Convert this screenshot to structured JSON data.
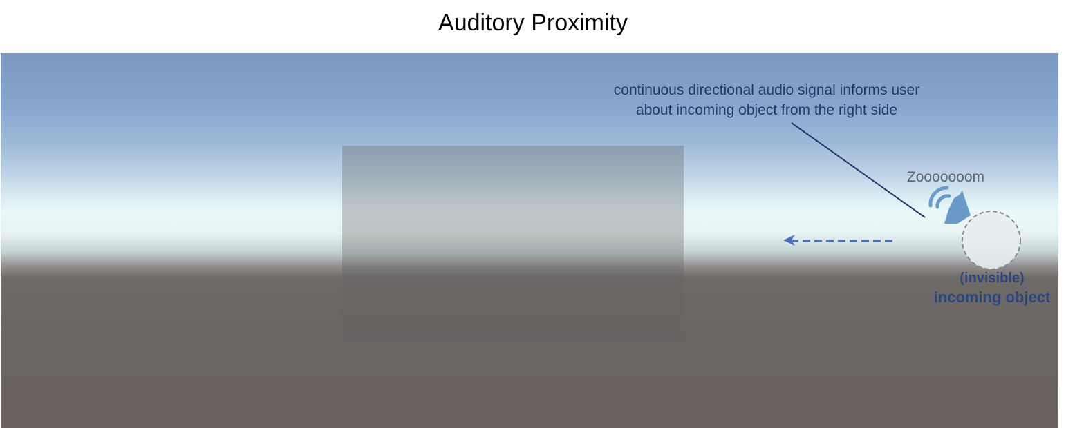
{
  "title": "Auditory Proximity",
  "callout": {
    "line1": "continuous directional audio signal informs user",
    "line2": "about incoming object from the right side"
  },
  "sound_text": "Zooooooom",
  "object": {
    "label_line1": "(invisible)",
    "label_line2": "incoming object"
  },
  "icons": {
    "speaker": "speaker-with-sound-waves-icon",
    "direction": "dashed-left-arrow"
  },
  "colors": {
    "annotation_text": "#233a68",
    "speaker": "#6a9ac9",
    "arrow": "#4a6fbf",
    "sound_text": "#5c6470"
  }
}
